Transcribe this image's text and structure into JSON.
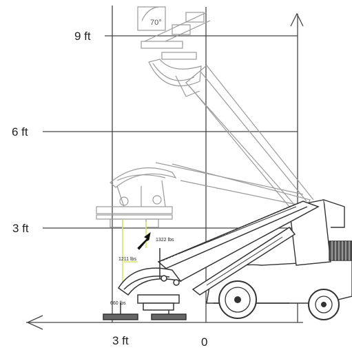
{
  "height_labels": {
    "nine": "9 ft",
    "six": "6 ft",
    "three": "3 ft"
  },
  "reach_labels": {
    "three": "3 ft",
    "zero": "0"
  },
  "angle_label": "70°",
  "load_labels": {
    "upper": "1322 lbs",
    "middle": "1211 lbs",
    "lower": "660 lbs"
  },
  "colors": {
    "ink": "#333333",
    "grid": "#444444",
    "faint": "#9a9a9a",
    "highlight": "#d8e66a"
  }
}
